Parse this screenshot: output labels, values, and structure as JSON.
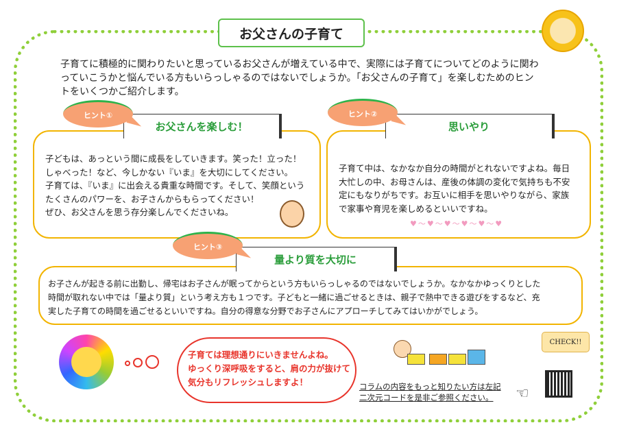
{
  "title": "お父さんの子育て",
  "intro": "子育てに積極的に関わりたいと思っているお父さんが増えている中で、実際には子育てについてどのように関わっていこうかと悩んでいる方もいらっしゃるのではないでしょうか。「お父さんの子育て」を楽しむためのヒントをいくつかご紹介します。",
  "hints": [
    {
      "badge": "ヒント①",
      "title": "お父さんを楽しむ！",
      "lines": [
        "子どもは、あっという間に成長をしていきます。笑った！立った！",
        "しゃべった！など、今しかない『いま』を大切にしてください。",
        "子育ては、『いま』に出会える貴重な時間です。そして、笑顔という",
        "たくさんのパワーを、お子さんからもらってください！",
        "ぜひ、お父さんを思う存分楽しんでくださいね。"
      ]
    },
    {
      "badge": "ヒント②",
      "title": "思いやり",
      "lines": [
        "子育て中は、なかなか自分の時間がとれないですよね。毎日",
        "大忙しの中、お母さんは、産後の体調の変化で気持ちも不安",
        "定にもなりがちです。お互いに相手を思いやりながら、家族",
        "で家事や育児を楽しめるといいですね。"
      ]
    },
    {
      "badge": "ヒント③",
      "title": "量より質を大切に",
      "lines": [
        "お子さんが起きる前に出勤し、帰宅はお子さんが眠ってからという方もいらっしゃるのではないでしょうか。なかなかゆっくりとした",
        "時間が取れない中では「量より質」という考え方も１つです。子どもと一緒に過ごせるときは、親子で熱中できる遊びをするなど、充",
        "実した子育ての時間を過ごせるといいですね。自分の得意な分野でお子さんにアプローチしてみてはいかがでしょう。"
      ]
    }
  ],
  "bubble": [
    "子育ては理想通りにいきませんよね。",
    "ゆっくり深呼吸をすると、肩の力が抜けて",
    "気分もリフレッシュしますよ！"
  ],
  "note": [
    "コラムの内容をもっと知りたい方は左記",
    "二次元コードを是非ご参照ください。"
  ],
  "check": "CHECK!!"
}
